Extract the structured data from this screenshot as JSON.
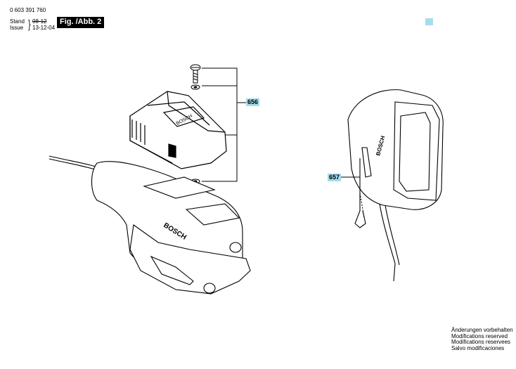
{
  "header": {
    "part_number": "0 603 391 760",
    "stand_label": "Stand",
    "issue_label": "Issue",
    "stand_date": "08-12",
    "issue_date": "13-12-04",
    "figure_label": "Fig. /Abb. 2"
  },
  "callouts": [
    {
      "number": "656"
    },
    {
      "number": "657"
    }
  ],
  "drawing": {
    "brand_text": "BOSCH"
  },
  "footer": {
    "lines": [
      "Änderungen vorbehalten",
      "Modifications reserved",
      "Modifications reservees",
      "Salvo modificaciones"
    ]
  },
  "colors": {
    "callout_bg": "#a6dcec",
    "badge_bg": "#000000"
  }
}
